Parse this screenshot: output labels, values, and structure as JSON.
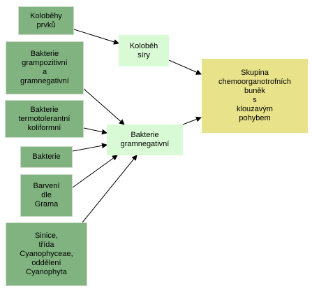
{
  "colors": {
    "source_fill": "#80b380",
    "middle_fill": "#d8fad4",
    "target_fill": "#e8e28a",
    "arrow": "#000000"
  },
  "nodes": {
    "kolobehy_prvku": "Koloběhy\nprvků",
    "bakterie_grampozitivni": "Bakterie\ngrampozitivní\na\ngramnegativní",
    "bakterie_termotolerantni": "Bakterie\ntermotolerantní\nkoliformní",
    "bakterie": "Bakterie",
    "barveni_dle_grama": "Barvení\ndle\nGrama",
    "sinice": "Sinice,\ntřída\nCyanophyceae,\noddělení\nCyanophyta",
    "kolobeh_siry": "Koloběh\nsíry",
    "bakterie_gramnegativni": "Bakterie\ngramnegativní",
    "skupina": "Skupina\nchemoorganotrofních\nbuněk\ns\nklouzavým\npohybem"
  }
}
